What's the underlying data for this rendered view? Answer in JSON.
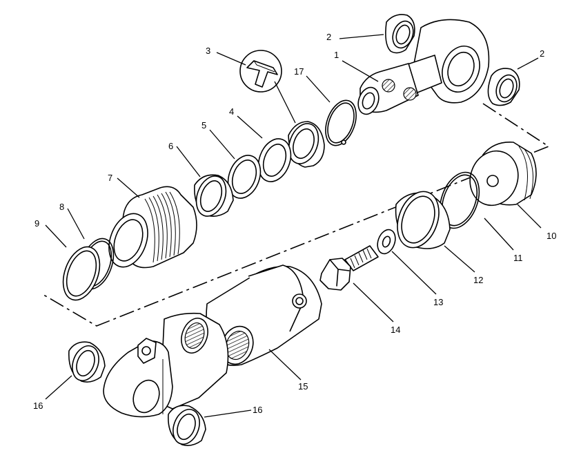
{
  "callouts": [
    "1",
    "2",
    "2",
    "3",
    "4",
    "5",
    "6",
    "7",
    "8",
    "9",
    "10",
    "11",
    "12",
    "13",
    "14",
    "15",
    "16",
    "16",
    "17"
  ]
}
